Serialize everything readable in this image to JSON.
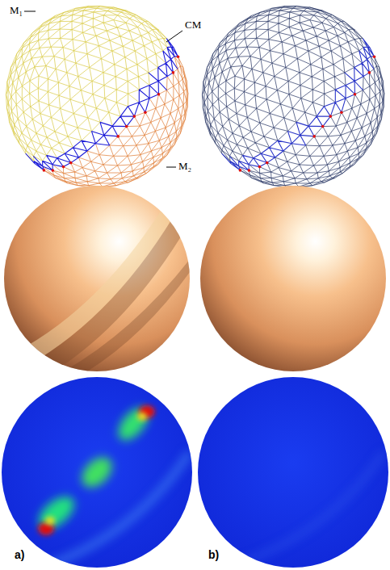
{
  "diagram": {
    "labels": [
      "M₁",
      "CM",
      "M₂",
      "a)",
      "b)"
    ]
  }
}
